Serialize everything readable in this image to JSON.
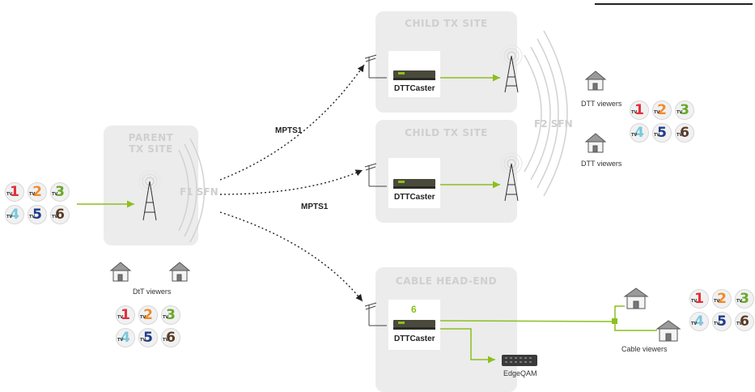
{
  "parent_site": {
    "title_line1": "PARENT",
    "title_line2": "TX SITE",
    "sfn_label": "F1 SFN"
  },
  "child_sites": [
    {
      "title": "CHILD TX SITE",
      "device_label": "DTTCaster"
    },
    {
      "title": "CHILD TX SITE",
      "device_label": "DTTCaster"
    }
  ],
  "f2_sfn_label": "F2 SFN",
  "cable_headend": {
    "title": "CABLE HEAD-END",
    "device_label": "DTTCaster",
    "channel_number": "6",
    "edgeqam_label": "EdgeQAM"
  },
  "links": {
    "mpts1_upper": "MPTS1",
    "mpts1_lower": "MPTS1"
  },
  "viewers": {
    "dtt_upper": "DTT viewers",
    "dtt_lower": "DTT viewers",
    "dtt_parent": "DtT viewers",
    "cable": "Cable viewers"
  },
  "channels": [
    {
      "tv": "TV",
      "num": "1",
      "color": "#e0303a"
    },
    {
      "tv": "TV",
      "num": "2",
      "color": "#f08a2a"
    },
    {
      "tv": "TV",
      "num": "3",
      "color": "#6aa82c"
    },
    {
      "tv": "TV",
      "num": "4",
      "color": "#7cc6dc"
    },
    {
      "tv": "TV",
      "num": "5",
      "color": "#1f3c8c"
    },
    {
      "tv": "TV",
      "num": "6",
      "color": "#5a3a26"
    }
  ],
  "colors": {
    "accent_green": "#8cbf1f",
    "panel_gray": "#ececec",
    "panel_title": "#cfcfcf"
  }
}
